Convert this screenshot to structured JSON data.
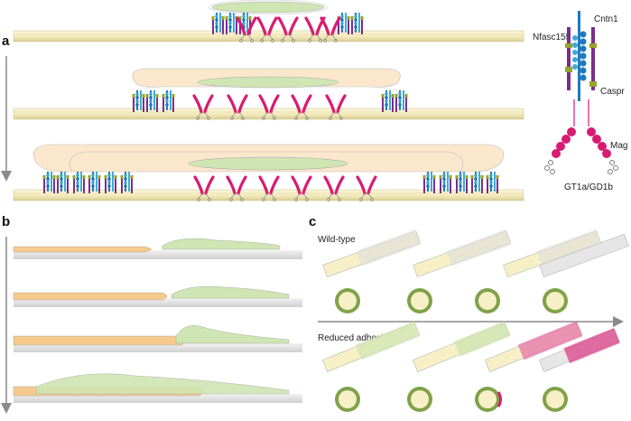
{
  "panels": {
    "a": {
      "letter": "a"
    },
    "b": {
      "letter": "b"
    },
    "c": {
      "letter": "c"
    }
  },
  "legend": {
    "nfasc": "Nfasc155",
    "cntn": "Cntn1",
    "caspr": "Caspr",
    "mag": "Mag",
    "ganglioside": "GT1a/GD1b"
  },
  "panel_c": {
    "wild_type": "Wild-type",
    "reduced": "Reduced adhesion"
  },
  "colors": {
    "axon": "#f7f0c7",
    "axon_edge": "#c9bf86",
    "myelin_green": "#cfe5b3",
    "myelin_beige": "#fbe7cc",
    "paranode_purple": "#7b2d8e",
    "cntn_blue": "#1f79bf",
    "nfasc_cyan": "#40a9d6",
    "mag_magenta": "#d81b72",
    "olive": "#94a52b",
    "orange_myelin": "#f6c98d",
    "wrap_green": "#7fa24a",
    "arrow_grey": "#8a8a8a"
  }
}
